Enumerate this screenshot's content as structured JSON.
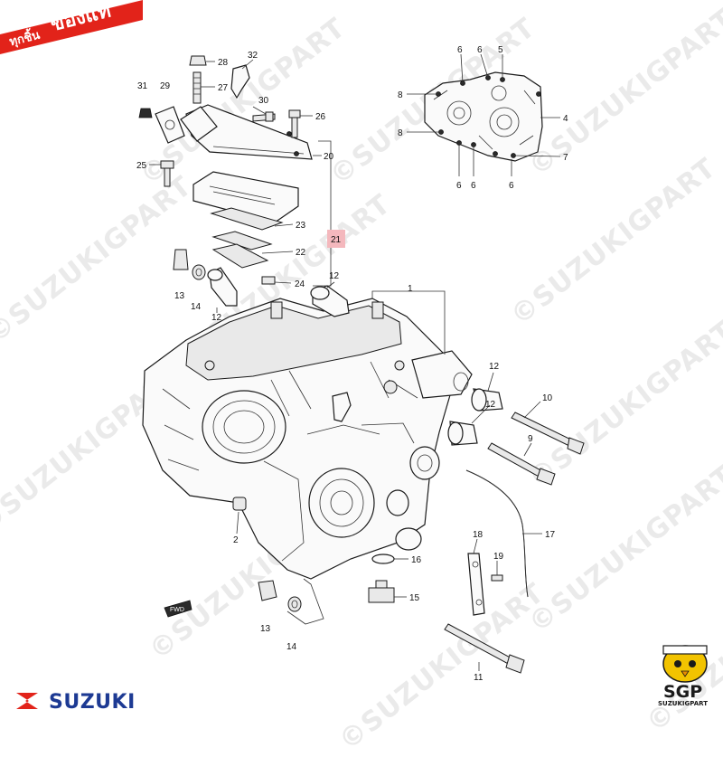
{
  "badge": {
    "line1": "ทุกชิ้น",
    "line2": "ของแท้",
    "color": "#e2231a"
  },
  "watermark": {
    "text": "©SUZUKIGPART",
    "color": "#d9d9d9"
  },
  "brand": {
    "name": "SUZUKI",
    "color": "#1d3a93",
    "logo_color": "#e2231a"
  },
  "shop_logo": {
    "name": "SUZUKIGPART",
    "mark": "SGP",
    "icon": "chick-mascot-icon",
    "accent": "#f2c300"
  },
  "fwd_label": "FWD",
  "callouts": {
    "c1": "1",
    "c2": "2",
    "c4": "4",
    "c5": "5",
    "c6a": "6",
    "c6b": "6",
    "c6c": "6",
    "c6d": "6",
    "c6e": "6",
    "c7": "7",
    "c8a": "8",
    "c8b": "8",
    "c9": "9",
    "c10": "10",
    "c11": "11",
    "c12a": "12",
    "c12b": "12",
    "c12c": "12",
    "c12d": "12",
    "c13a": "13",
    "c13b": "13",
    "c14a": "14",
    "c14b": "14",
    "c15": "15",
    "c16": "16",
    "c17": "17",
    "c18": "18",
    "c19": "19",
    "c20": "20",
    "c21": "21",
    "c22": "22",
    "c23": "23",
    "c24": "24",
    "c25": "25",
    "c26": "26",
    "c27": "27",
    "c28": "28",
    "c29": "29",
    "c30": "30",
    "c31": "31",
    "c32": "32"
  },
  "highlight_color": "#f4b8bd"
}
